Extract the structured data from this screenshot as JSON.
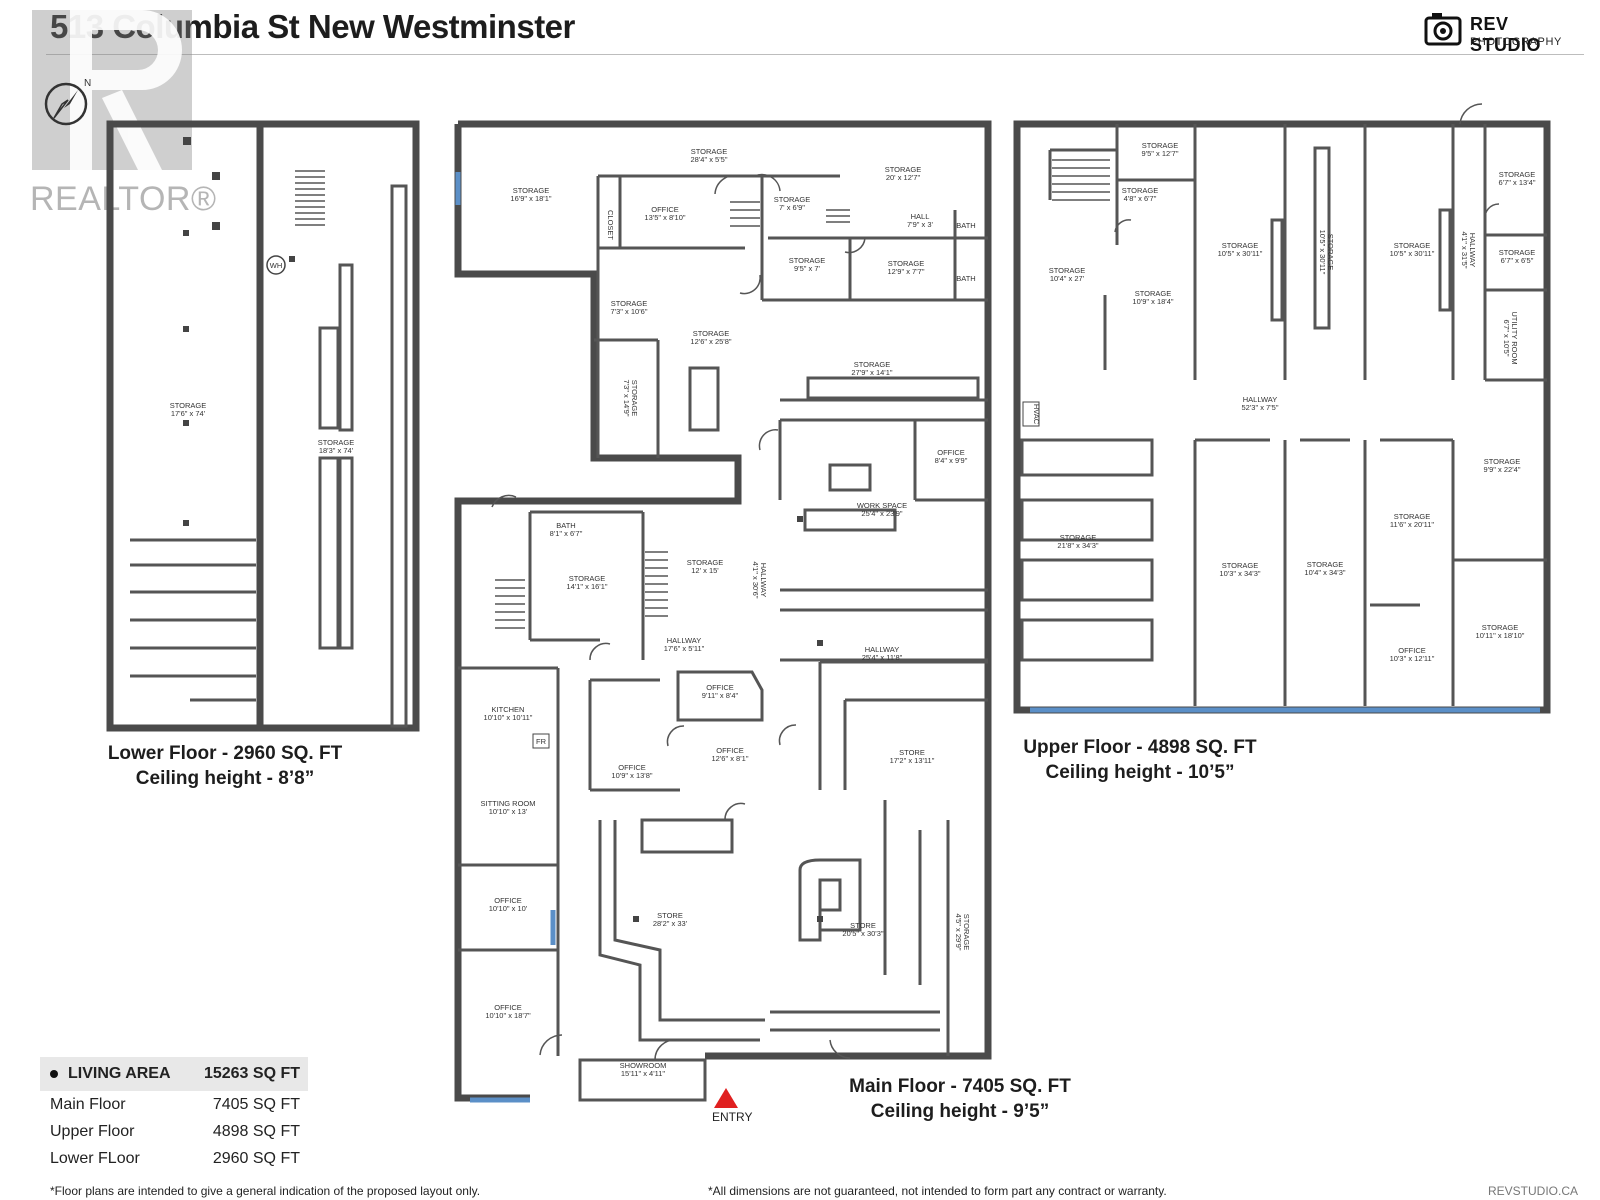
{
  "title": "513 Columbia St New Westminster",
  "logo": {
    "brand": "REV STUDIO",
    "sub": "PHOTOGRAPHY"
  },
  "watermark": "REALTOR®",
  "compass_letter": "N",
  "floors": {
    "lower": {
      "caption": "Lower Floor - 2960 SQ. FT",
      "ceiling": "Ceiling height - 8’8”"
    },
    "upper": {
      "caption": "Upper Floor - 4898 SQ. FT",
      "ceiling": "Ceiling height - 10’5”"
    },
    "main": {
      "caption": "Main Floor - 7405 SQ. FT",
      "ceiling": "Ceiling height - 9’5”"
    }
  },
  "entry_label": "ENTRY",
  "rooms": [
    {
      "name": "STORAGE",
      "dim": "17'6\" x 74'"
    },
    {
      "name": "STORAGE",
      "dim": "18'3\" x 74'"
    },
    {
      "name": "WH",
      "dim": ""
    },
    {
      "name": "STORAGE",
      "dim": "28'4\" x 5'5\""
    },
    {
      "name": "STORAGE",
      "dim": "16'9\" x 18'1\""
    },
    {
      "name": "OFFICE",
      "dim": "13'5\" x 8'10\""
    },
    {
      "name": "STORAGE",
      "dim": "7' x 6'9\""
    },
    {
      "name": "STORAGE",
      "dim": "20' x 12'7\""
    },
    {
      "name": "HALL",
      "dim": "7'9\" x 3'"
    },
    {
      "name": "BATH",
      "dim": ""
    },
    {
      "name": "BATH",
      "dim": ""
    },
    {
      "name": "CLOSET",
      "dim": ""
    },
    {
      "name": "STORAGE",
      "dim": "9'5\" x 7'"
    },
    {
      "name": "STORAGE",
      "dim": "12'9\" x 7'7\""
    },
    {
      "name": "STORAGE",
      "dim": "7'3\" x 10'6\""
    },
    {
      "name": "STORAGE",
      "dim": "12'6\" x 25'8\""
    },
    {
      "name": "STORAGE",
      "dim": "27'9\" x 14'1\""
    },
    {
      "name": "STORAGE",
      "dim": "7'3\" x 14'9\""
    },
    {
      "name": "OFFICE",
      "dim": "8'4\" x 9'9\""
    },
    {
      "name": "WORK SPACE",
      "dim": "25'4\" x 23'9\""
    },
    {
      "name": "BATH",
      "dim": "8'1\" x 6'7\""
    },
    {
      "name": "STORAGE",
      "dim": "14'1\" x 16'1\""
    },
    {
      "name": "STORAGE",
      "dim": "12' x 15'"
    },
    {
      "name": "HALLWAY",
      "dim": "4'1\" x 30'6\""
    },
    {
      "name": "HALLWAY",
      "dim": "17'6\" x 5'11\""
    },
    {
      "name": "HALLWAY",
      "dim": "25'4\" x 11'8\""
    },
    {
      "name": "KITCHEN",
      "dim": "10'10\" x 10'11\""
    },
    {
      "name": "FR",
      "dim": ""
    },
    {
      "name": "OFFICE",
      "dim": "10'9\" x 13'8\""
    },
    {
      "name": "OFFICE",
      "dim": "9'11\" x 8'4\""
    },
    {
      "name": "OFFICE",
      "dim": "12'6\" x 8'1\""
    },
    {
      "name": "STORE",
      "dim": "17'2\" x 13'11\""
    },
    {
      "name": "SITTING ROOM",
      "dim": "10'10\" x 13'"
    },
    {
      "name": "OFFICE",
      "dim": "10'10\" x 10'"
    },
    {
      "name": "STORE",
      "dim": "28'2\" x 33'"
    },
    {
      "name": "STORE",
      "dim": "20'5\" x 30'3\""
    },
    {
      "name": "STORAGE",
      "dim": "4'5\" x 29'9\""
    },
    {
      "name": "OFFICE",
      "dim": "10'10\" x 18'7\""
    },
    {
      "name": "SHOWROOM",
      "dim": "15'11\" x 4'11\""
    },
    {
      "name": "STORAGE",
      "dim": "9'5\" x 12'7\""
    },
    {
      "name": "STORAGE",
      "dim": "4'8\" x 6'7\""
    },
    {
      "name": "STORAGE",
      "dim": "10'4\" x 27'"
    },
    {
      "name": "STORAGE",
      "dim": "10'9\" x 18'4\""
    },
    {
      "name": "STORAGE",
      "dim": "10'5\" x 30'11\""
    },
    {
      "name": "STORAGE",
      "dim": "10'5\" x 30'11\""
    },
    {
      "name": "STORAGE",
      "dim": "10'5\" x 30'11\""
    },
    {
      "name": "HALLWAY",
      "dim": "4'1\" x 31'5\""
    },
    {
      "name": "STORAGE",
      "dim": "6'7\" x 13'4\""
    },
    {
      "name": "STORAGE",
      "dim": "6'7\" x 6'5\""
    },
    {
      "name": "UTILITY ROOM",
      "dim": "6'7\" x 10'5\""
    },
    {
      "name": "HALLWAY",
      "dim": "52'3\" x 7'5\""
    },
    {
      "name": "HVAC",
      "dim": ""
    },
    {
      "name": "STORAGE",
      "dim": "9'9\" x 22'4\""
    },
    {
      "name": "STORAGE",
      "dim": "11'6\" x 20'11\""
    },
    {
      "name": "STORAGE",
      "dim": "21'8\" x 34'3\""
    },
    {
      "name": "STORAGE",
      "dim": "10'3\" x 34'3\""
    },
    {
      "name": "STORAGE",
      "dim": "10'4\" x 34'3\""
    },
    {
      "name": "OFFICE",
      "dim": "10'3\" x 12'11\""
    },
    {
      "name": "STORAGE",
      "dim": "10'11\" x 18'10\""
    }
  ],
  "area_table": {
    "header_label": "LIVING AREA",
    "header_value": "15263 SQ FT",
    "rows": [
      {
        "label": "Main Floor",
        "value": "7405 SQ FT"
      },
      {
        "label": "Upper Floor",
        "value": "4898 SQ FT"
      },
      {
        "label": "Lower FLoor",
        "value": "2960 SQ FT"
      }
    ]
  },
  "footer": {
    "left": "*Floor plans are intended to give a general indication of the proposed layout only.",
    "middle": "*All dimensions are not guaranteed, not intended to form part any contract or warranty.",
    "right": "REVSTUDIO.CA"
  }
}
